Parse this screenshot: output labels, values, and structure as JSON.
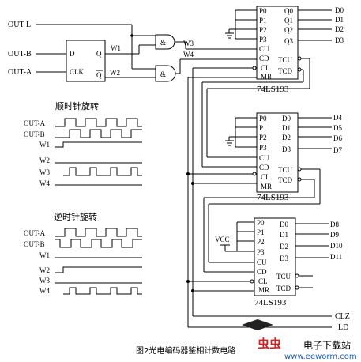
{
  "inputs": {
    "out_l": "OUT-L",
    "out_b": "OUT-B",
    "out_a": "OUT-A"
  },
  "flipflop": {
    "d": "D",
    "clk": "CLK",
    "q": "Q",
    "qbar": "Q"
  },
  "wires": {
    "w1": "W1",
    "w2": "W2",
    "w3": "W3",
    "w4": "W4"
  },
  "gate_symbol": "&",
  "counters": [
    {
      "chip_label": "74LS193",
      "in_pins": [
        "P0",
        "P1",
        "P2",
        "P3",
        "CU",
        "CD",
        "CL",
        "MR"
      ],
      "out_pins": [
        "Q0",
        "Q1",
        "Q2",
        "Q3"
      ],
      "carry_pins": [
        "TCU",
        "TCD"
      ],
      "outputs": [
        "D0",
        "D1",
        "D2",
        "D3"
      ]
    },
    {
      "chip_label": "74LS193",
      "in_pins": [
        "P0",
        "P1",
        "P2",
        "P3",
        "CU",
        "CD",
        "CL",
        "MR"
      ],
      "out_pins": [
        "D0",
        "D1",
        "D2",
        "D3"
      ],
      "carry_pins": [
        "TCU",
        "TCD"
      ],
      "outputs": [
        "D4",
        "D5",
        "D6",
        "D7"
      ]
    },
    {
      "chip_label": "74LS193",
      "in_pins": [
        "P0",
        "P1",
        "P2",
        "P3",
        "CU",
        "CD",
        "CL",
        "MR"
      ],
      "out_pins": [
        "D0",
        "D1",
        "D2",
        "D3"
      ],
      "carry_pins": [
        "TCU",
        "TCD"
      ],
      "outputs": [
        "D8",
        "D9",
        "D10",
        "D11"
      ]
    }
  ],
  "vcc": "VCC",
  "bus": {
    "clz": "CLZ",
    "ld": "LD"
  },
  "timing": [
    {
      "title": "顺时针旋转",
      "signals": [
        "OUT-A",
        "OUT-B",
        "W1",
        "W2",
        "W3",
        "W4"
      ]
    },
    {
      "title": "逆时针旋转",
      "signals": [
        "OUT-A",
        "OUT-B",
        "W1",
        "W2",
        "W3",
        "W4"
      ]
    }
  ],
  "caption": "图2光电编码器鉴相计数电路",
  "watermark": {
    "brand": "电子下载站",
    "url": "www.eeworm.com"
  }
}
